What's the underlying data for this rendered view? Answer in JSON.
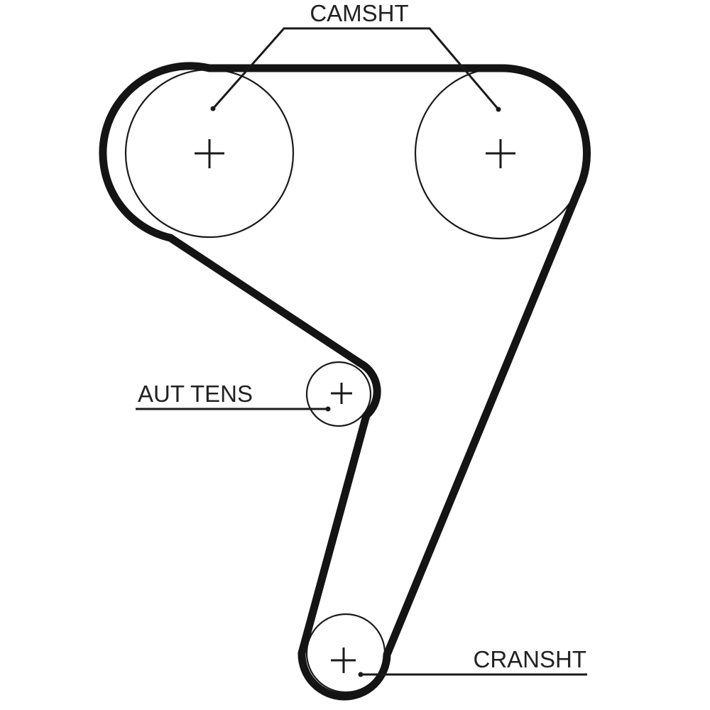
{
  "diagram": {
    "type": "timing-belt-routing",
    "colors": {
      "belt": "#141414",
      "line": "#1a1a1a",
      "text": "#222222",
      "background": "#ffffff"
    },
    "labels": {
      "camshaft": "CAMSHT",
      "tensioner": "AUT TENS",
      "crankshaft": "CRANSHT"
    },
    "pulleys": [
      {
        "id": "camshaft-left",
        "role": "camshaft"
      },
      {
        "id": "camshaft-right",
        "role": "camshaft"
      },
      {
        "id": "auto-tensioner",
        "role": "tensioner"
      },
      {
        "id": "crankshaft",
        "role": "crankshaft"
      }
    ]
  }
}
